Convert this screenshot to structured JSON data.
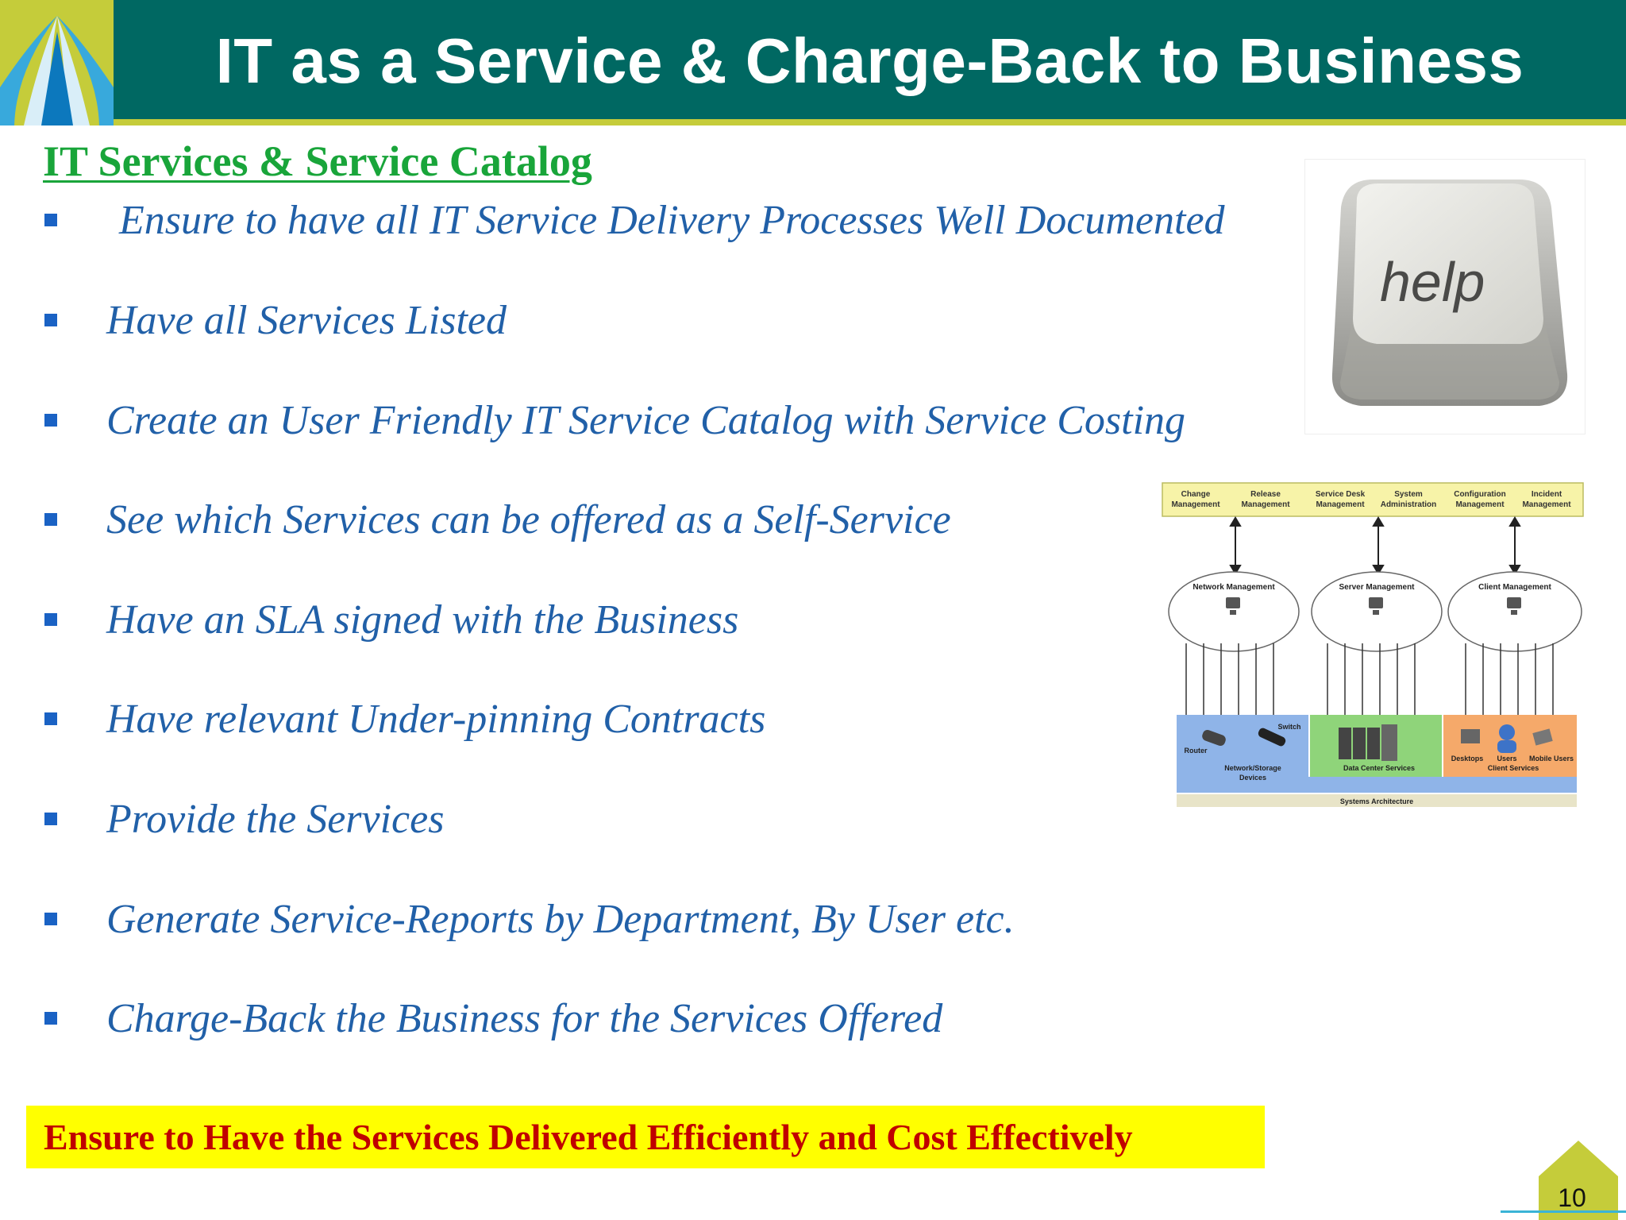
{
  "slide": {
    "title": "IT as a Service & Charge-Back to Business",
    "section_heading": "IT Services & Service Catalog",
    "bullets": [
      {
        "text": "Ensure to have all IT Service Delivery Processes Well Documented"
      },
      {
        "text": "Have all Services Listed"
      },
      {
        "text": "Create an User Friendly IT Service Catalog with Service Costing"
      },
      {
        "text": "See which Services can be offered as a Self-Service"
      },
      {
        "text": "Have an SLA signed with the Business"
      },
      {
        "text": "Have relevant Under-pinning Contracts"
      },
      {
        "text": "Provide the Services"
      },
      {
        "text": "Generate Service-Reports by Department, By User etc."
      },
      {
        "text": "Charge-Back the Business for the Services Offered"
      }
    ],
    "callout": "Ensure to Have the Services Delivered Efficiently and Cost Effectively",
    "page_number": "10"
  },
  "help_key": {
    "label": "help",
    "icon": "keyboard-key-icon"
  },
  "diagram": {
    "top_boxes": [
      {
        "line1": "Change",
        "line2": "Management"
      },
      {
        "line1": "Release",
        "line2": "Management"
      },
      {
        "line1": "Service Desk",
        "line2": "Management"
      },
      {
        "line1": "System",
        "line2": "Administration"
      },
      {
        "line1": "Configuration",
        "line2": "Management"
      },
      {
        "line1": "Incident",
        "line2": "Management"
      }
    ],
    "groups": [
      {
        "title": "Network Management",
        "service": "Network/Storage",
        "service2": "Devices",
        "left": "Router",
        "right": "Switch",
        "color": "#8fb4e8"
      },
      {
        "title": "Server Management",
        "service": "Data Center Services",
        "service2": "",
        "left": "",
        "right": "",
        "color": "#8fd47a"
      },
      {
        "title": "Client Management",
        "service": "Client Services",
        "service2": "",
        "left": "Desktops",
        "mid": "Users",
        "right": "Mobile Users",
        "color": "#f5a96a"
      }
    ],
    "footer": "Systems Architecture"
  },
  "colors": {
    "header": "#006862",
    "accent": "#c5cc3a",
    "heading_green": "#19a53a",
    "bullet_text": "#2160a8",
    "callout_bg": "#ffff00",
    "callout_text": "#c00000"
  }
}
